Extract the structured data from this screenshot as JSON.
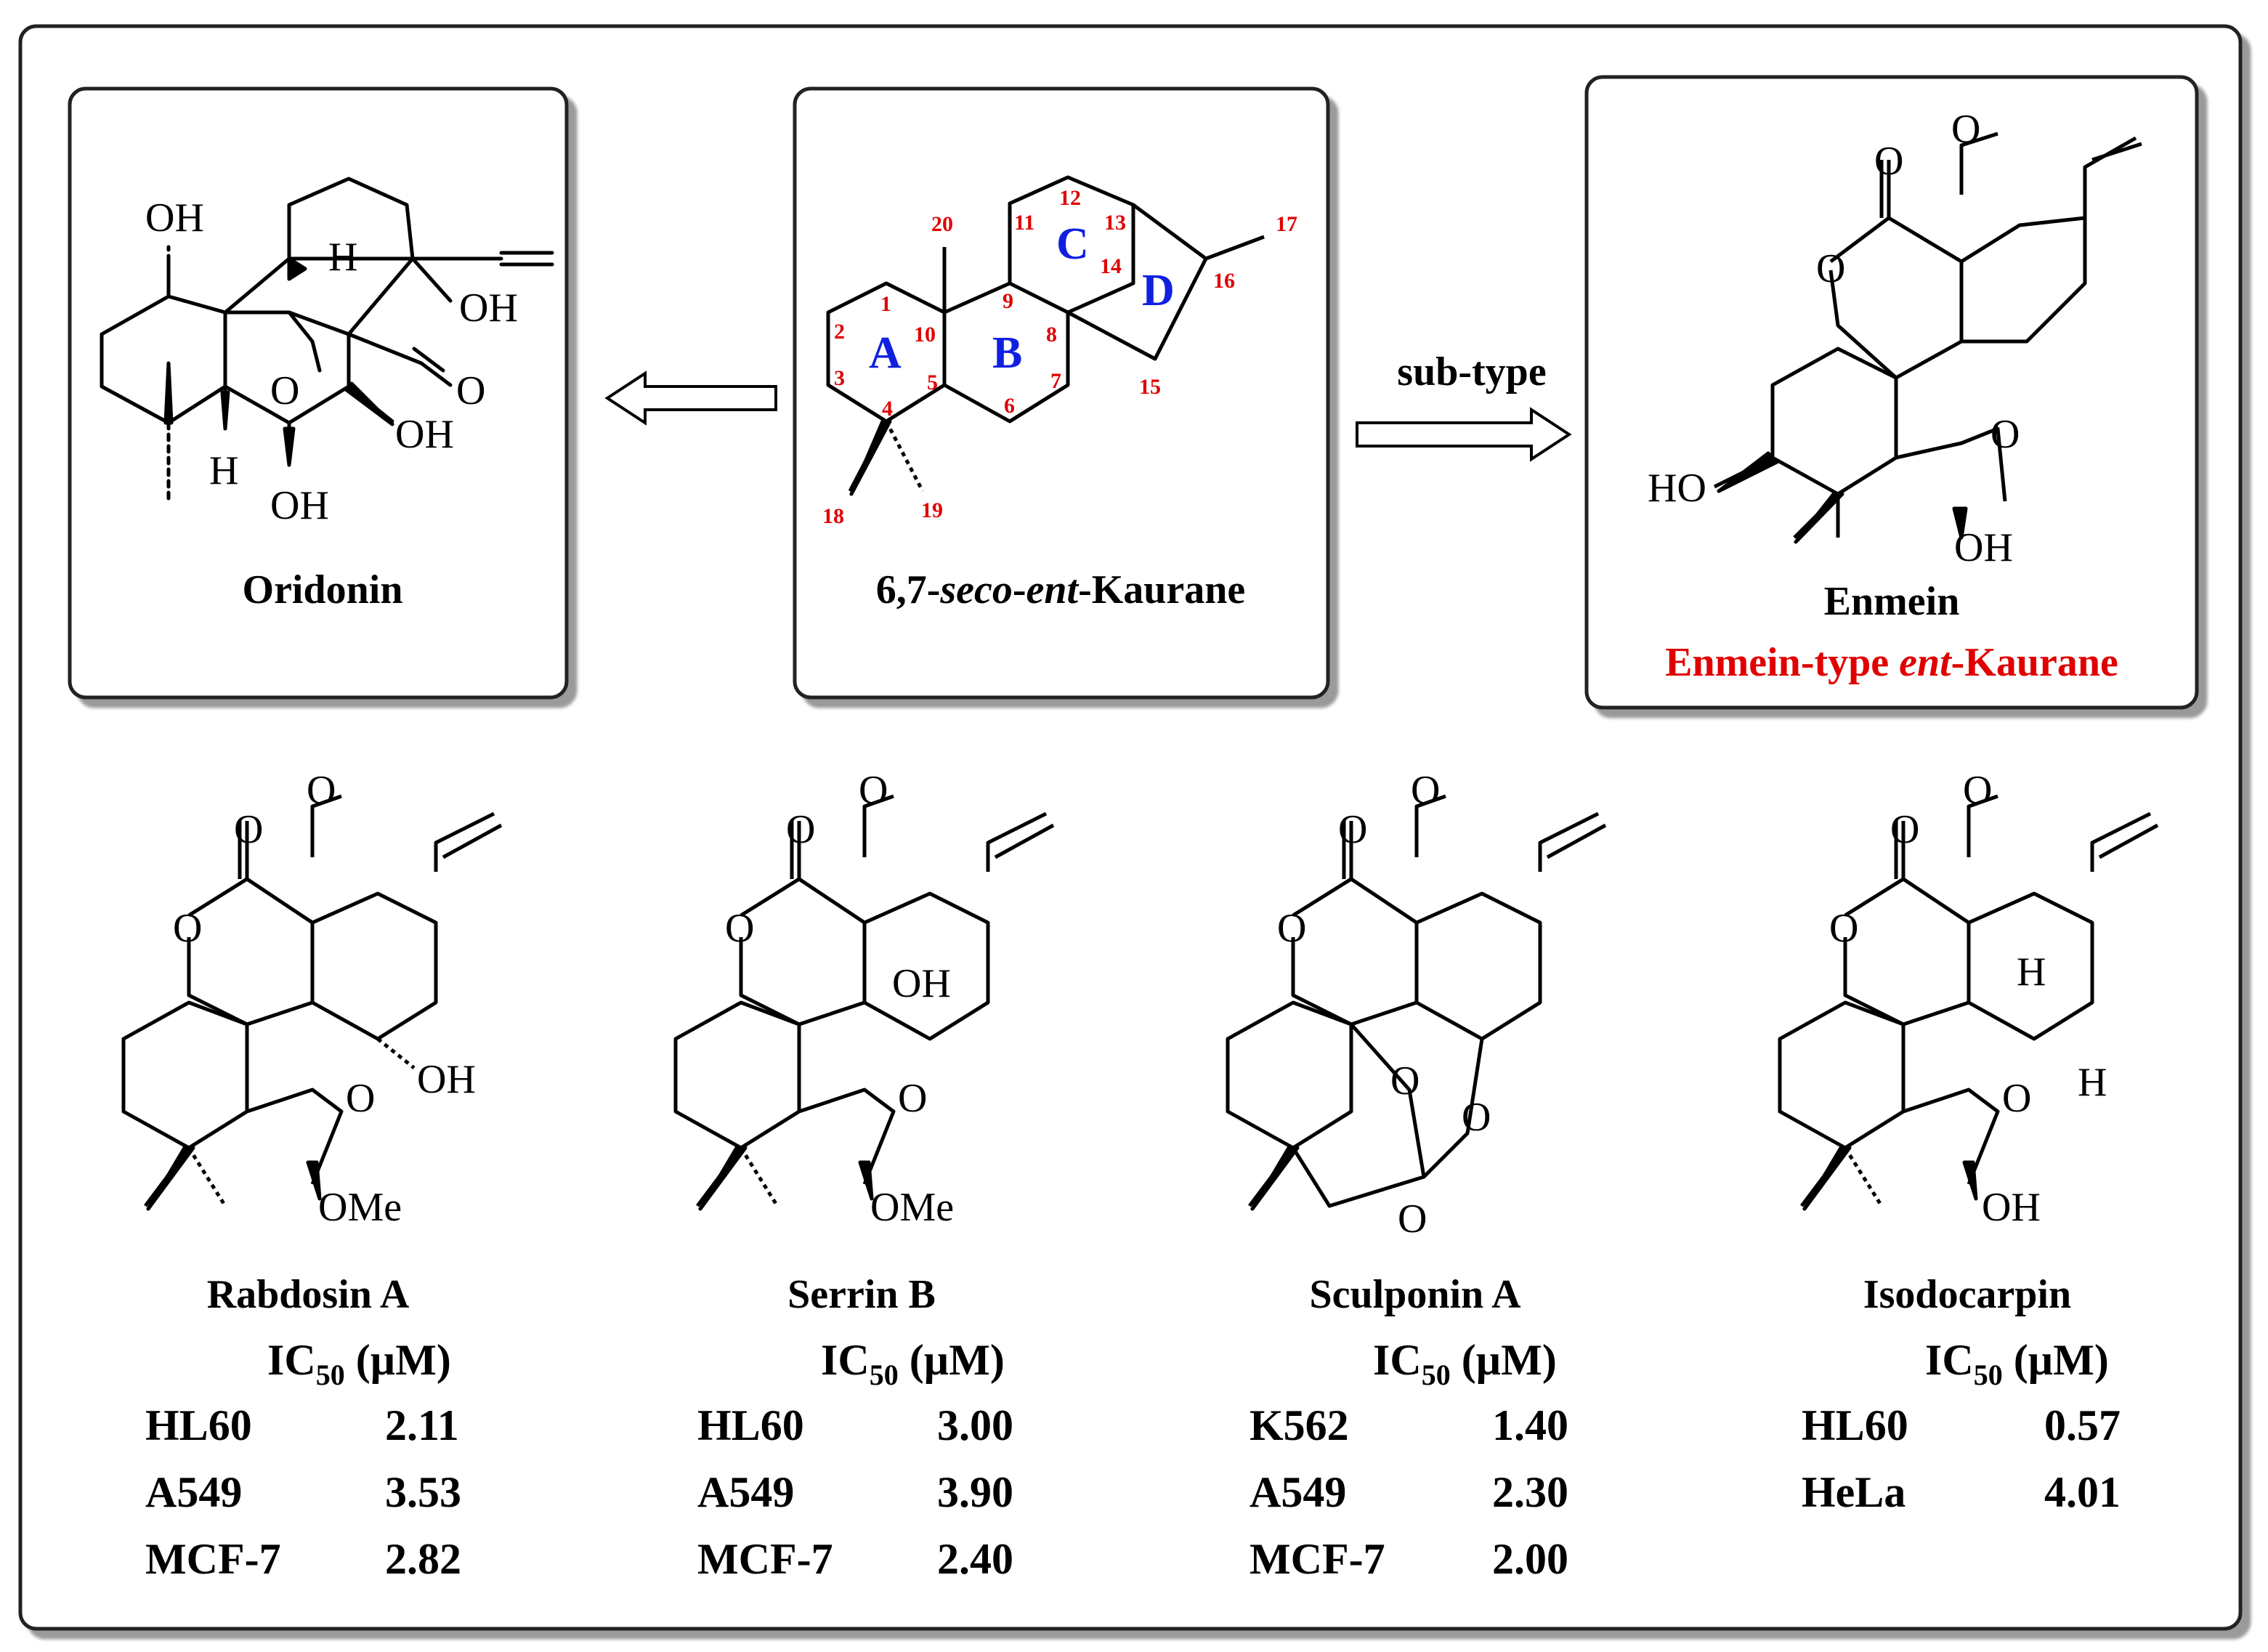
{
  "boxes": {
    "oridonin": {
      "title": "Oridonin"
    },
    "core": {
      "title_pre": "6,7-",
      "title_seco": "seco",
      "title_dash": "-",
      "title_ent": "ent",
      "title_post": "-Kaurane"
    },
    "enmein": {
      "title": "Enmein",
      "subtitle_pre": "Enmein-type ",
      "subtitle_ent": "ent",
      "subtitle_post": "-Kaurane"
    }
  },
  "arrow_label": "sub-type",
  "ring_labels": [
    "A",
    "B",
    "C",
    "D"
  ],
  "carbon_numbers": [
    "1",
    "2",
    "3",
    "4",
    "5",
    "6",
    "7",
    "8",
    "9",
    "10",
    "11",
    "12",
    "13",
    "14",
    "15",
    "16",
    "17",
    "18",
    "19",
    "20"
  ],
  "atom_labels": {
    "OH": "OH",
    "H": "H",
    "O": "O",
    "HO": "HO",
    "OMe": "OMe"
  },
  "ic50_header": {
    "pre": "IC",
    "sub": "50",
    "post": " (µM)"
  },
  "compounds": [
    {
      "name": "Rabdosin A",
      "rows": [
        [
          "HL60",
          "2.11"
        ],
        [
          "A549",
          "3.53"
        ],
        [
          "MCF-7",
          "2.82"
        ]
      ]
    },
    {
      "name": "Serrin B",
      "rows": [
        [
          "HL60",
          "3.00"
        ],
        [
          "A549",
          "3.90"
        ],
        [
          "MCF-7",
          "2.40"
        ]
      ]
    },
    {
      "name": "Sculponin A",
      "rows": [
        [
          "K562",
          "1.40"
        ],
        [
          "A549",
          "2.30"
        ],
        [
          "MCF-7",
          "2.00"
        ]
      ]
    },
    {
      "name": "Isodocarpin",
      "rows": [
        [
          "HL60",
          "0.57"
        ],
        [
          "HeLa",
          "4.01"
        ]
      ]
    }
  ],
  "colors": {
    "accent_red": "#e00000",
    "ring_blue": "#1020e0",
    "frame": "#222222",
    "shadow": "#9a9a9a"
  }
}
